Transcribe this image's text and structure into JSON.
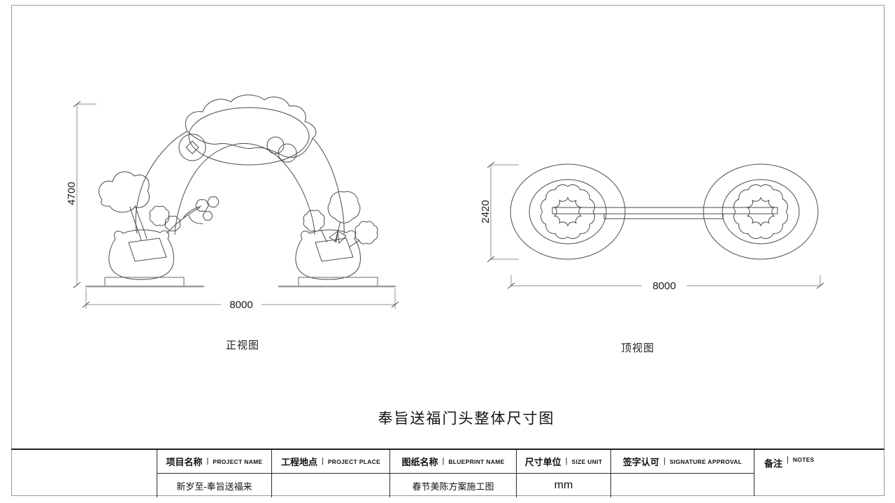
{
  "drawing": {
    "title": "奉旨送福门头整体尺寸图",
    "front_view": {
      "caption": "正视图",
      "height_dim": "4700",
      "width_dim": "8000"
    },
    "top_view": {
      "caption": "顶视图",
      "height_dim": "2420",
      "width_dim": "8000"
    }
  },
  "titleblock": {
    "separator": "|",
    "headers": [
      {
        "zh": "项目名称",
        "en": "PROJECT NAME"
      },
      {
        "zh": "工程地点",
        "en": "PROJECT PLACE"
      },
      {
        "zh": "图纸名称",
        "en": "BLUEPRINT NAME"
      },
      {
        "zh": "尺寸单位",
        "en": "SIZE UNIT"
      },
      {
        "zh": "签字认可",
        "en": "SIGNATURE APPROVAL"
      },
      {
        "zh": "备注",
        "en": "NOTES"
      }
    ],
    "values": {
      "project_name": "新岁至-奉旨送福来",
      "project_place": "",
      "blueprint_name": "春节美陈方案施工图",
      "size_unit": "mm",
      "signature_approval": "",
      "notes": ""
    }
  }
}
